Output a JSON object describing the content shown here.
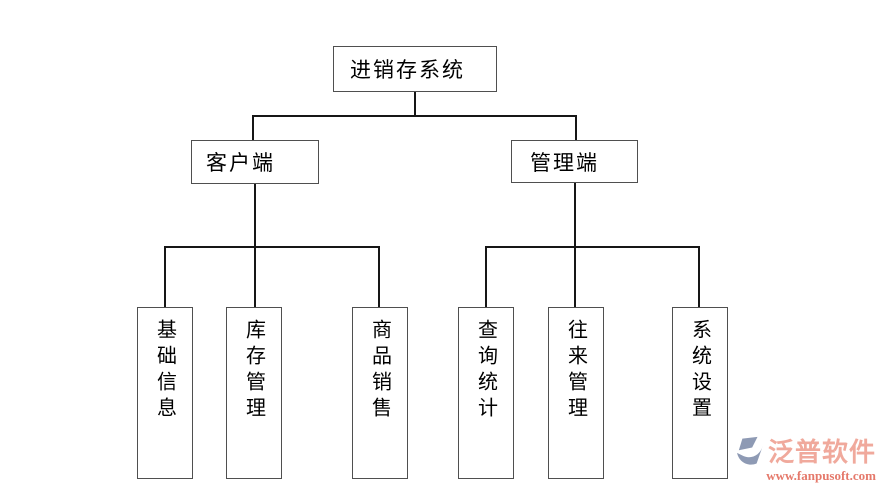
{
  "diagram": {
    "root": {
      "label": "进销存系统"
    },
    "branches": [
      {
        "label": "客户端"
      },
      {
        "label": "管理端"
      }
    ],
    "leaves": [
      {
        "label": "基础信息",
        "parent": "客户端"
      },
      {
        "label": "库存管理",
        "parent": "客户端"
      },
      {
        "label": "商品销售",
        "parent": "客户端"
      },
      {
        "label": "查询统计",
        "parent": "管理端"
      },
      {
        "label": "往来管理",
        "parent": "管理端"
      },
      {
        "label": "系统设置",
        "parent": "管理端"
      }
    ]
  },
  "watermark": {
    "brand": "泛普软件",
    "url": "www.fanpusoft.com",
    "icon": "fanpu-logo-icon",
    "brand_color": "#f0a99c",
    "url_color": "#e5796b",
    "icon_color": "#8e9ab4"
  },
  "colors": {
    "background": "#ffffff",
    "box_border": "#4f4f4f",
    "connector": "#161616",
    "text": "#000000"
  }
}
